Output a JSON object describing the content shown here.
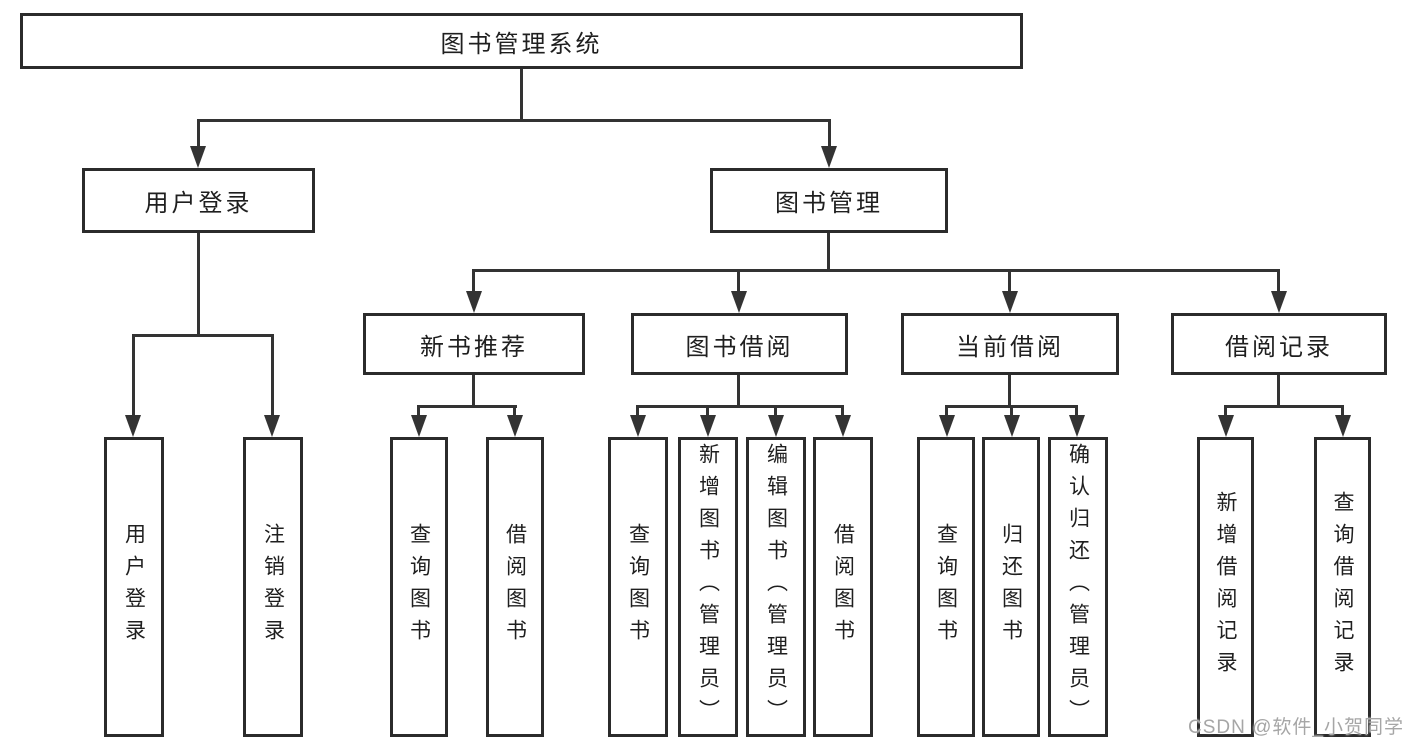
{
  "nodes": {
    "root": "图书管理系统",
    "user_login": "用户登录",
    "book_mgmt": "图书管理",
    "new_books": "新书推荐",
    "book_borrow": "图书借阅",
    "current_borrow": "当前借阅",
    "borrow_records": "借阅记录"
  },
  "leaves": {
    "user_login": [
      "用户登录",
      "注销登录"
    ],
    "new_books": [
      "查询图书",
      "借阅图书"
    ],
    "book_borrow": [
      "查询图书",
      "新增图书（管理员）",
      "编辑图书（管理员）",
      "借阅图书"
    ],
    "current_borrow": [
      "查询图书",
      "归还图书",
      "确认归还（管理员）"
    ],
    "borrow_records": [
      "新增借阅记录",
      "查询借阅记录"
    ]
  },
  "watermark": "CSDN @软件_小贺同学",
  "colors": {
    "line": "#333333",
    "box_border": "#2b2b2b",
    "text": "#1f1f1f",
    "watermark": "#a6a6a6",
    "background": "#ffffff"
  }
}
